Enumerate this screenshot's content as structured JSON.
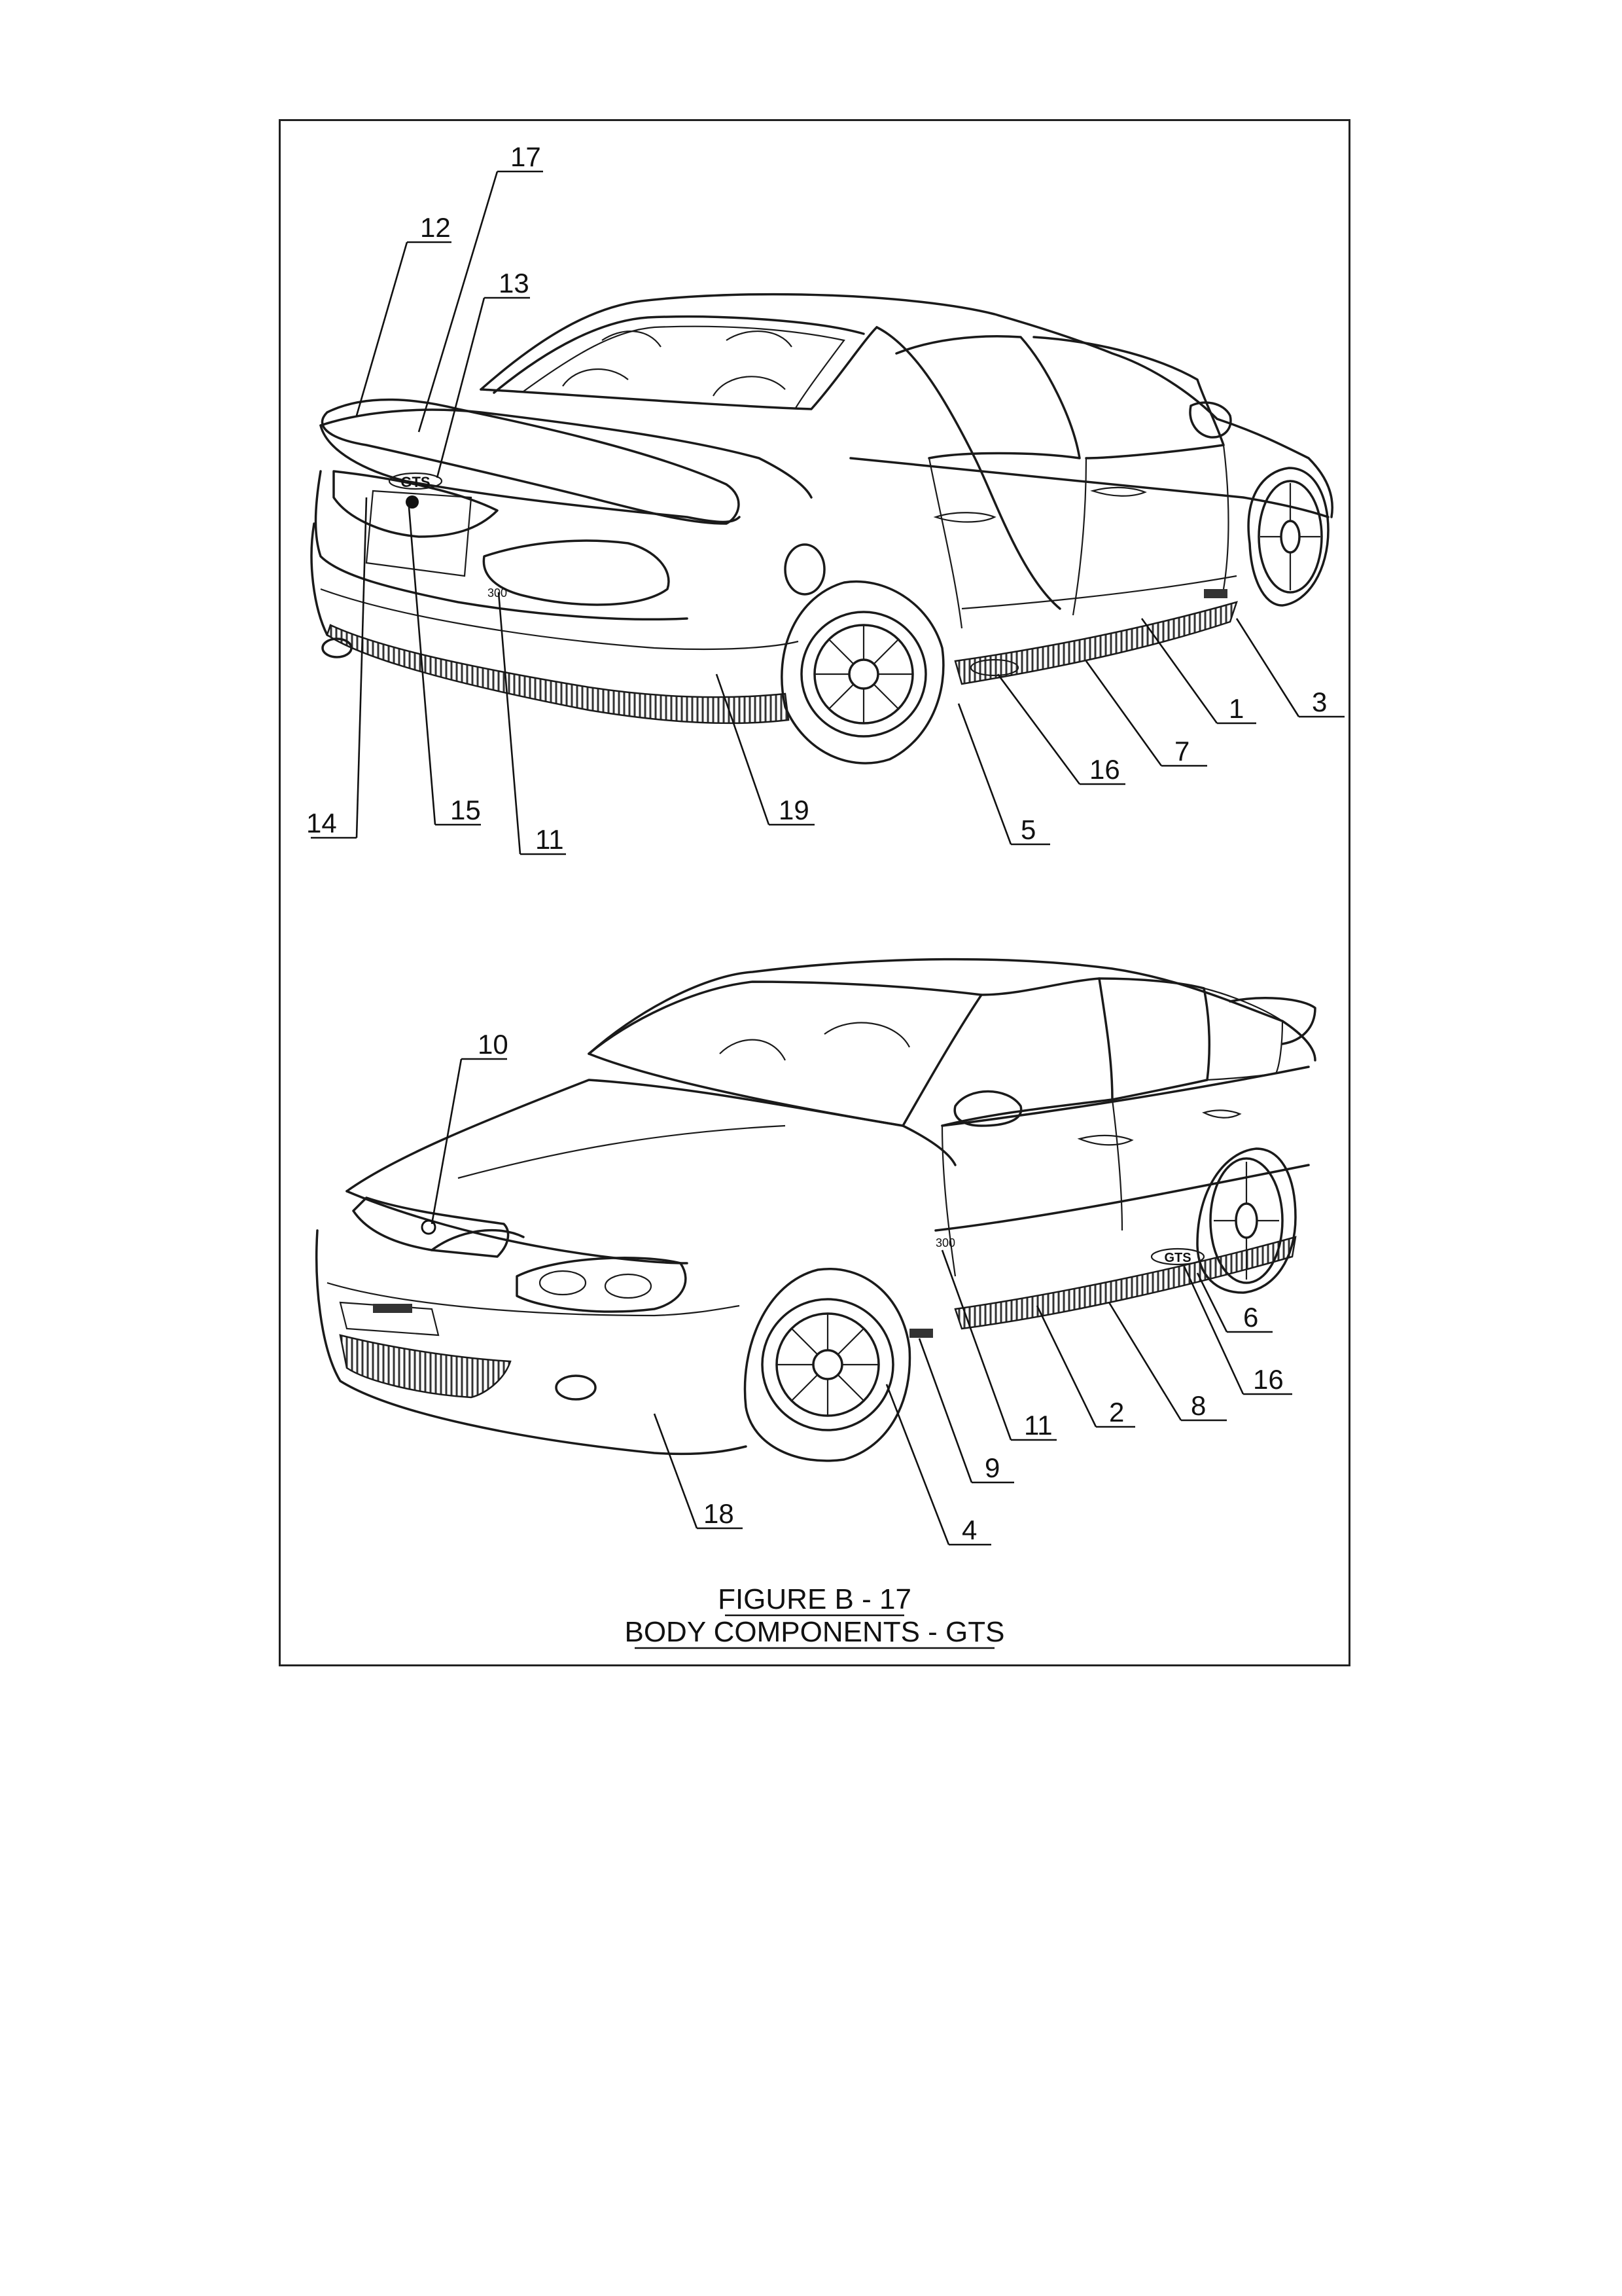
{
  "figure": {
    "caption_line1": "FIGURE B - 17",
    "caption_line2": "BODY COMPONENTS - GTS"
  },
  "rear_view": {
    "callouts": [
      {
        "label": "17"
      },
      {
        "label": "12"
      },
      {
        "label": "13"
      },
      {
        "label": "14"
      },
      {
        "label": "15"
      },
      {
        "label": "11"
      },
      {
        "label": "19"
      },
      {
        "label": "5"
      },
      {
        "label": "16"
      },
      {
        "label": "7"
      },
      {
        "label": "1"
      },
      {
        "label": "3"
      }
    ],
    "badges": {
      "boot_badge": "GTS",
      "model_badge": "300"
    }
  },
  "front_view": {
    "callouts": [
      {
        "label": "10"
      },
      {
        "label": "6"
      },
      {
        "label": "16"
      },
      {
        "label": "8"
      },
      {
        "label": "2"
      },
      {
        "label": "11"
      },
      {
        "label": "9"
      },
      {
        "label": "4"
      },
      {
        "label": "18"
      }
    ],
    "badges": {
      "side_badge": "GTS",
      "fender_badge": "300"
    }
  }
}
